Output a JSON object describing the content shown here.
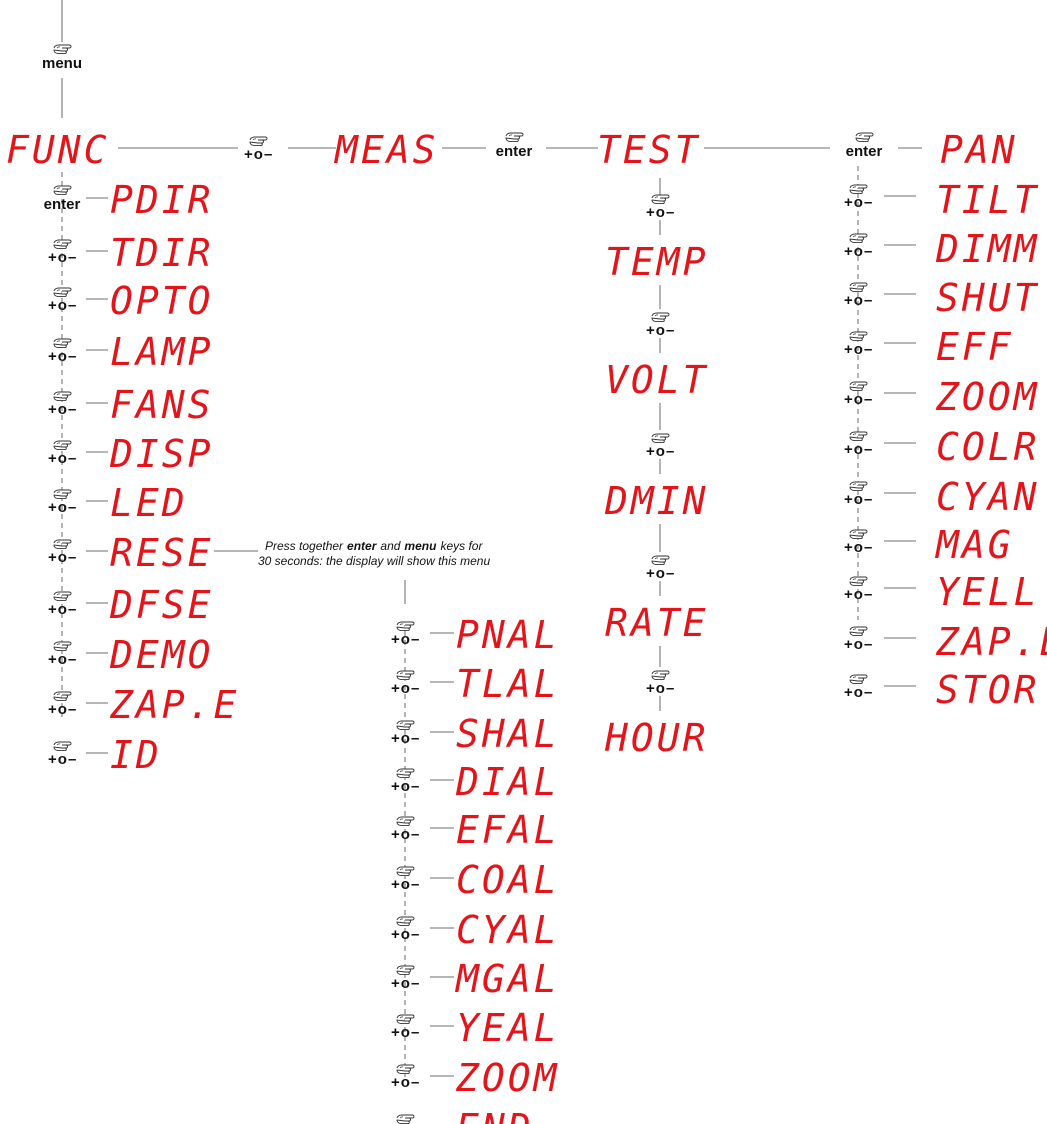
{
  "key_labels": {
    "menu": "menu",
    "enter": "enter",
    "plus": "+",
    "zero": "o",
    "minus": "–"
  },
  "icons": {
    "hand": "pointing-hand-icon",
    "plus_minus": "plus-zero-minus-icon"
  },
  "colors": {
    "display_text": "#e3151b",
    "connector": "#8c8c8c"
  },
  "main_row": [
    "FUNC",
    "MEAS",
    "TEST",
    "PAN"
  ],
  "func_items": [
    "PDIR",
    "TDIR",
    "OPTO",
    "LAMP",
    "FANS",
    "DISP",
    "LED",
    "RESE",
    "DFSE",
    "DEMO",
    "ZAP.E",
    "ID"
  ],
  "reset_note": {
    "press_together": "Press together",
    "enter": "enter",
    "and": "and",
    "menu": "menu",
    "keys_for": "keys for",
    "line2": "30 seconds: the display will show this menu"
  },
  "reset_items": [
    "PNAL",
    "TLAL",
    "SHAL",
    "DIAL",
    "EFAL",
    "COAL",
    "CYAL",
    "MGAL",
    "YEAL",
    "ZOOM",
    "END"
  ],
  "meas_items": [
    "TEMP",
    "VOLT",
    "DMIN",
    "RATE",
    "HOUR"
  ],
  "test_items": [
    "TILT",
    "DIMM",
    "SHUT",
    "EFF",
    "ZOOM",
    "COLR",
    "CYAN",
    "MAG",
    "YELL",
    "ZAP.E",
    "STOR"
  ]
}
